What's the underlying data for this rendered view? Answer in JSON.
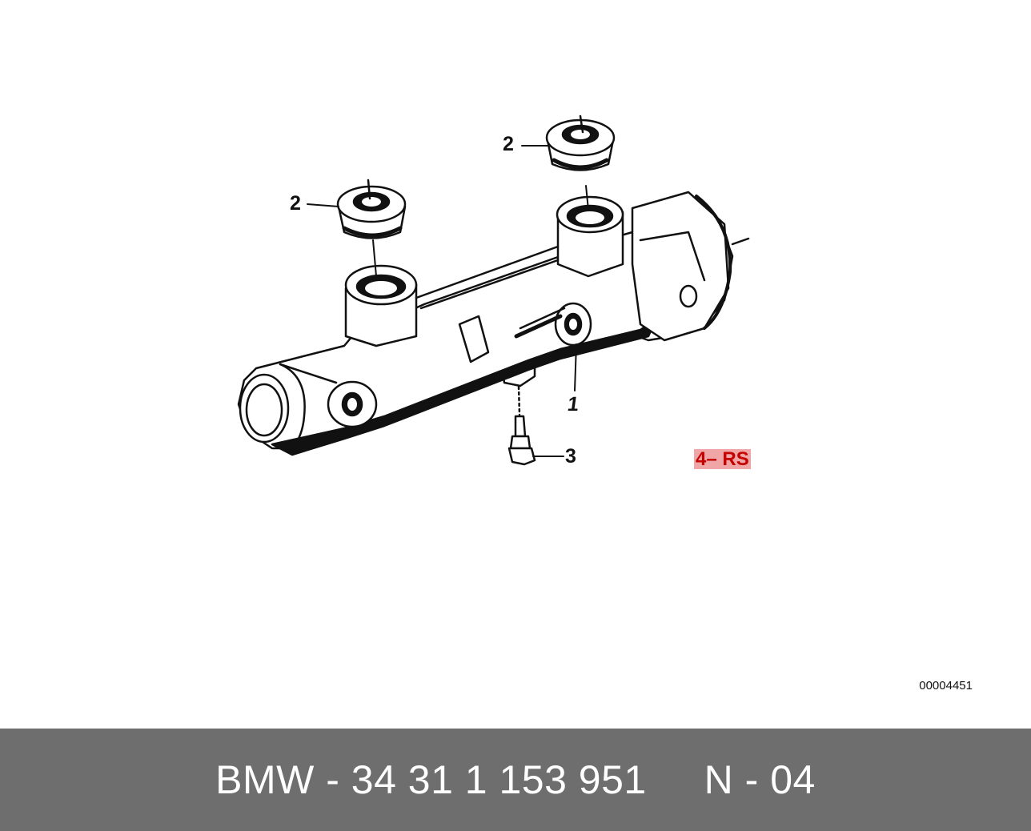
{
  "diagram": {
    "callouts": {
      "seal_cap_upper": "2",
      "seal_cap_lower": "2",
      "master_cylinder": "1",
      "bleed_screw": "3",
      "note": "4– RS"
    },
    "image_number": "00004451"
  },
  "footer": {
    "text": "BMW - 34 31 1 153 951     N - 04",
    "background_color": "#6e6e6e",
    "text_color": "#ffffff"
  },
  "colors": {
    "line_art": "#111111",
    "note_highlight": "#f0a6a6",
    "note_text": "#c40000"
  }
}
